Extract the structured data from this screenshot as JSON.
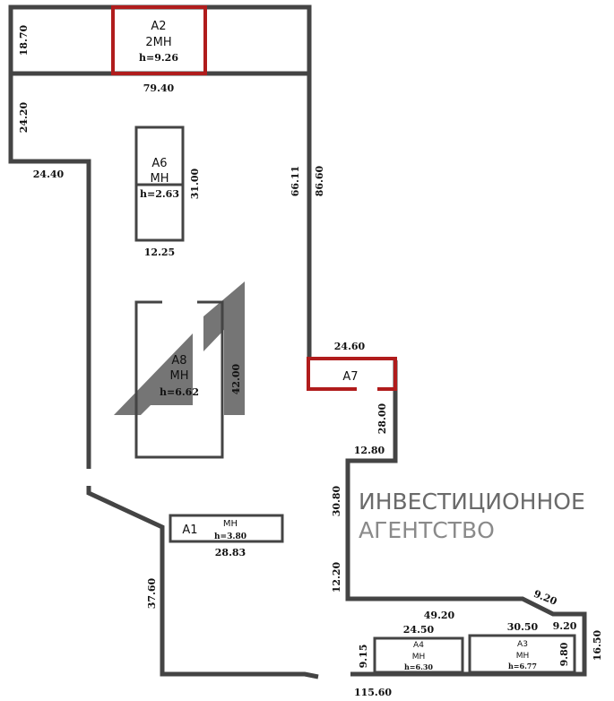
{
  "rooms": {
    "a2": {
      "name": "A2",
      "type": "2MH",
      "height": "h=9.26"
    },
    "a6": {
      "name": "A6",
      "type": "MH",
      "height": "h=2.63"
    },
    "a8": {
      "name": "A8",
      "type": "MH",
      "height": "h=6.62"
    },
    "a7": {
      "name": "A7"
    },
    "a1": {
      "name": "A1",
      "type": "MH",
      "height": "h=3.80"
    },
    "a4": {
      "name": "A4",
      "type": "MH",
      "height": "h=6.30"
    },
    "a3": {
      "name": "A3",
      "type": "MH",
      "height": "h=6.77"
    }
  },
  "dimensions": {
    "d18_70": "18.70",
    "d79_40": "79.40",
    "d24_20": "24.20",
    "d24_40": "24.40",
    "d31_00": "31.00",
    "d12_25": "12.25",
    "d66_11": "66.11",
    "d86_60": "86.60",
    "d42_00": "42.00",
    "d24_60": "24.60",
    "d28_00": "28.00",
    "d12_80": "12.80",
    "d30_80": "30.80",
    "d12_20": "12.20",
    "d28_83": "28.83",
    "d37_60": "37.60",
    "d9_20a": "9.20",
    "d49_20": "49.20",
    "d24_50": "24.50",
    "d30_50": "30.50",
    "d9_20b": "9.20",
    "d9_15": "9.15",
    "d9_80": "9.80",
    "d16_50": "16.50",
    "d115_60": "115.60"
  },
  "watermark": {
    "line1": "ИНВЕСТИЦИОННОЕ",
    "line2": "АГЕНТСТВО"
  },
  "colors": {
    "wall": "#444444",
    "highlight": "#b01c1c",
    "logo": "#6e6e6e"
  }
}
